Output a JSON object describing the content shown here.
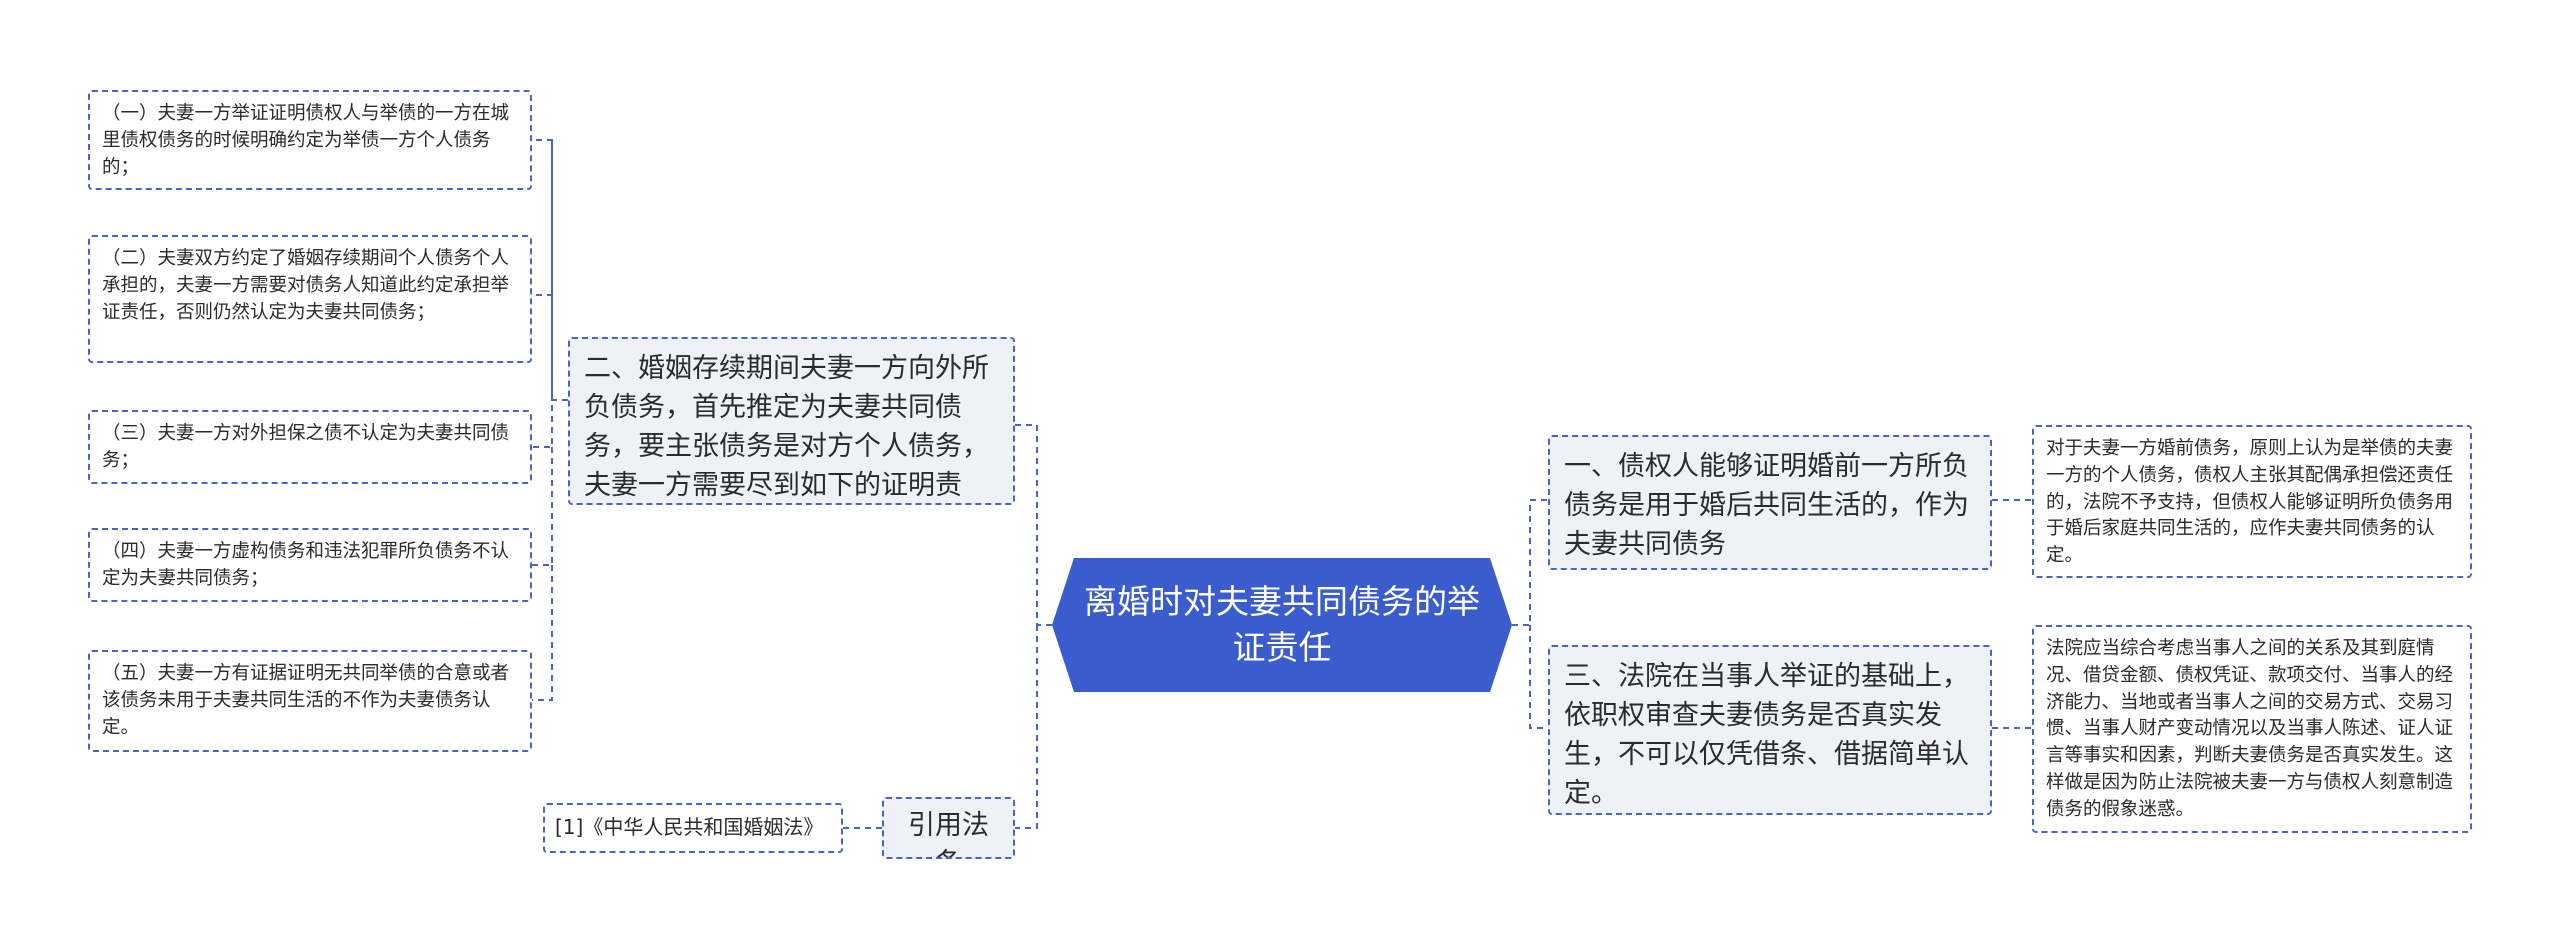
{
  "root": {
    "label": "离婚时对夫妻共同债务的举证责任"
  },
  "left_branch": {
    "label": "二、婚姻存续期间夫妻一方向外所负债务，首先推定为夫妻共同债务，要主张债务是对方个人债务，夫妻一方需要尽到如下的证明责任：",
    "items": [
      {
        "text": "（一）夫妻一方举证证明债权人与举债的一方在城里债权债务的时候明确约定为举债一方个人债务的；"
      },
      {
        "text": "（二）夫妻双方约定了婚姻存续期间个人债务个人承担的，夫妻一方需要对债务人知道此约定承担举证责任，否则仍然认定为夫妻共同债务；"
      },
      {
        "text": "（三）夫妻一方对外担保之债不认定为夫妻共同债务；"
      },
      {
        "text": "（四）夫妻一方虚构债务和违法犯罪所负债务不认定为夫妻共同债务；"
      },
      {
        "text": "（五）夫妻一方有证据证明无共同举债的合意或者该债务未用于夫妻共同生活的不作为夫妻债务认定。"
      }
    ]
  },
  "law": {
    "label": "引用法条",
    "citation": "[1]《中华人民共和国婚姻法》"
  },
  "right_branches": [
    {
      "label": "一、债权人能够证明婚前一方所负债务是用于婚后共同生活的，作为夫妻共同债务",
      "detail": "对于夫妻一方婚前债务，原则上认为是举债的夫妻一方的个人债务，债权人主张其配偶承担偿还责任的，法院不予支持，但债权人能够证明所负债务用于婚后家庭共同生活的，应作夫妻共同债务的认定。"
    },
    {
      "label": "三、法院在当事人举证的基础上，依职权审查夫妻债务是否真实发生，不可以仅凭借条、借据简单认定。",
      "detail": "法院应当综合考虑当事人之间的关系及其到庭情况、借贷金额、债权凭证、款项交付、当事人的经济能力、当地或者当事人之间的交易方式、交易习惯、当事人财产变动情况以及当事人陈述、证人证言等事实和因素，判断夫妻债务是否真实发生。这样做是因为防止法院被夫妻一方与债权人刻意制造债务的假象迷惑。"
    }
  ],
  "colors": {
    "root_fill": "#3a5ccc",
    "connector": "#4a63c9",
    "branch_fill": "#eef1f6"
  }
}
